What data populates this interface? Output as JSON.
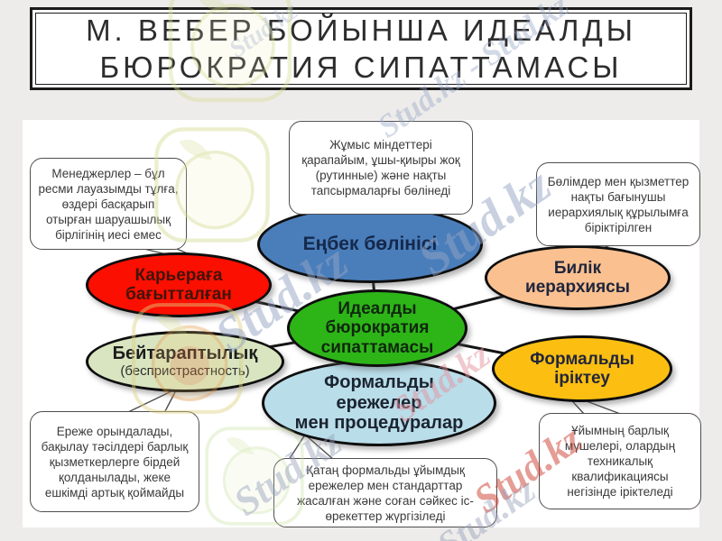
{
  "title": {
    "text": "М. ВЕБЕР БОЙЫНША ИДЕАЛДЫ\nБЮРОКРАТИЯ СИПАТТАМАСЫ"
  },
  "diagram": {
    "center_node": {
      "label": "Идеалды\nбюрократия\nсипаттамасы",
      "fill": "#2db518"
    },
    "nodes": {
      "labor": {
        "label": "Еңбек бөлінісі",
        "fill": "#4a7ebb"
      },
      "hierarchy": {
        "label": "Билік\nиерархиясы",
        "fill": "#fac090"
      },
      "career": {
        "label": "Карьераға\nбағытталған",
        "fill": "#fb0f00"
      },
      "impartiality": {
        "label": "Бейтараптылық",
        "sublabel": "(беспристрастность)",
        "fill": "#d8e5c0"
      },
      "selection": {
        "label": "Формальды\nіріктеу",
        "fill": "#fcbf11"
      },
      "rules": {
        "label": "Формальды\nережелер\nмен процедуралар",
        "fill": "#b9dde9"
      }
    },
    "callouts": {
      "top_center": {
        "text": "Жұмыс міндеттері қарапайым, ұшы-қиыры жоқ (рутинные) және нақты тапсырмаларғы бөлінеді"
      },
      "top_left": {
        "text": "Менеджерлер – бұл ресми лауазымды тұлға, өздері басқарып отырған шаруашылық бірлігінің иесі емес"
      },
      "top_right": {
        "text": "Бөлімдер мен қызметтер нақты бағынушы иерархиялық құрылымға біріктірілген"
      },
      "bottom_left": {
        "text": "Ереже орындалады, бақылау тәсілдері барлық қызметкерлерге бірдей қолданылады, жеке ешкімді артық қоймайды"
      },
      "bottom_center": {
        "text": "Қатаң формальды ұйымдық ережелер мен стандарттар жасалған және соған сәйкес іс-өрекеттер жүргізіледі"
      },
      "bottom_right": {
        "text": "Ұйымның барлық мүшелері, олардың техникалық квалификациясы негізінде іріктеледі"
      }
    }
  },
  "watermark": {
    "text": "Stud.kz",
    "title_text": "Stud.kz - Stud.kz",
    "blue_color": "#94a3c4",
    "pink_color": "#e294a0",
    "red_color": "#cc3c2e"
  }
}
